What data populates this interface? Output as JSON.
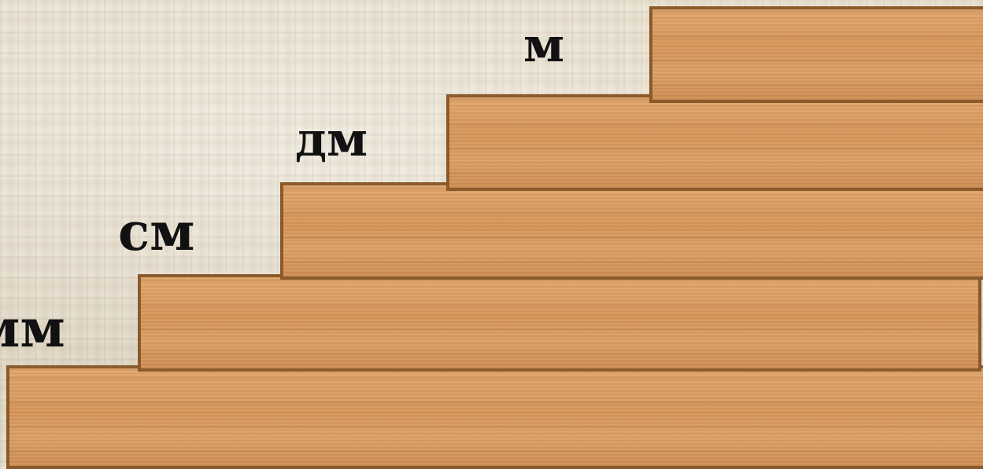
{
  "labels": {
    "m": "м",
    "dm": "дм",
    "cm": "см",
    "mm": "мм"
  }
}
